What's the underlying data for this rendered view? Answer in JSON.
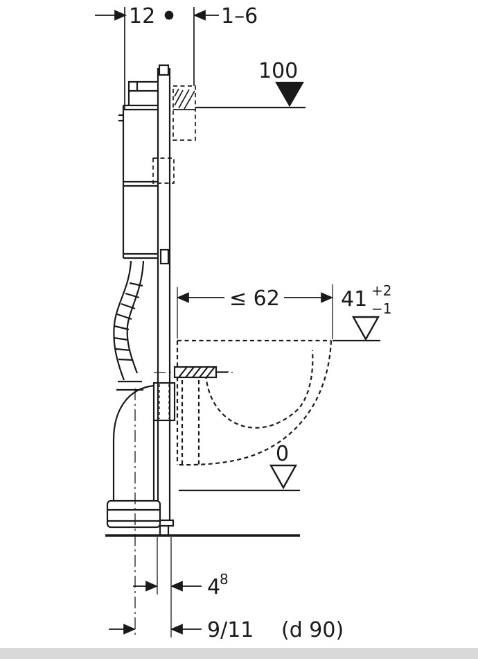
{
  "colors": {
    "line": "#1a1a1a",
    "bg": "#ffffff",
    "footer": "#d9d9d9"
  },
  "drawing": {
    "labels": {
      "offset_top": "12",
      "plate_range": "1–6",
      "level_top": "100",
      "depth_max": "≤ 62",
      "rim_height": "41",
      "rim_tol_plus": "+2",
      "rim_tol_minus": "−1",
      "level_floor": "0",
      "foot_dim": "4",
      "foot_dim_sup": "8",
      "drain_dim": "9/11",
      "drain_diameter": "(d 90)"
    }
  }
}
